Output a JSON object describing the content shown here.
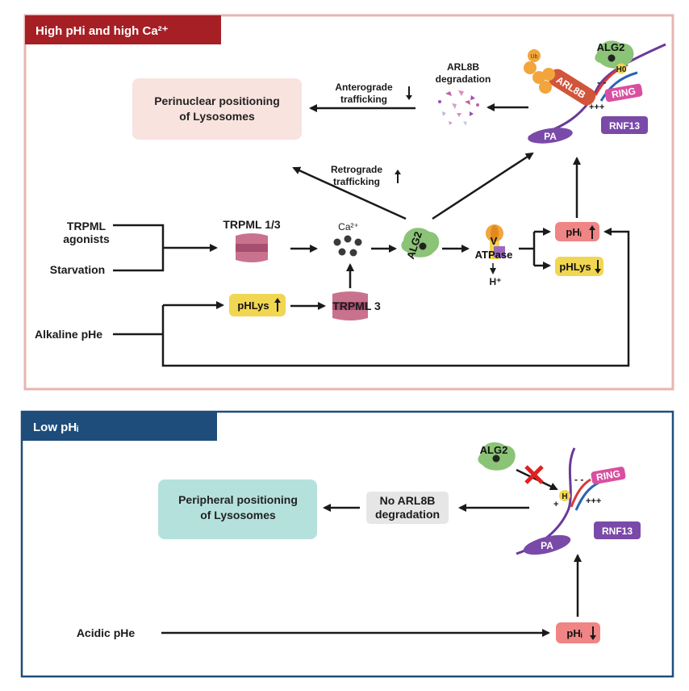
{
  "panel_top": {
    "title": "High pHi and high Ca²⁺",
    "perinuclear_box": {
      "line1": "Perinuclear positioning",
      "line2": "of Lysosomes"
    },
    "anterograde": {
      "line1": "Anterograde",
      "line2": "trafficking"
    },
    "arl8b_degradation": {
      "line1": "ARL8B",
      "line2": "degradation"
    },
    "retrograde": {
      "line1": "Retrograde",
      "line2": "trafficking"
    },
    "trpml_agonists": {
      "line1": "TRPML",
      "line2": "agonists"
    },
    "starvation": "Starvation",
    "alkaline_phe": "Alkaline pHe",
    "trpml13": "TRPML 1/3",
    "calcium": "Ca²⁺",
    "alg2_center": "ALG2",
    "v_atpase": {
      "line1": "V",
      "line2": "ATPase"
    },
    "h_plus": "H⁺",
    "phi_up": "pHᵢ",
    "phlys_down": "pHLys",
    "phlys_up": "pHLys",
    "trpml3": "TRPML 3",
    "complex": {
      "ub": "Ub",
      "arl8b": "ARL8B",
      "alg2": "ALG2",
      "h0": "H0",
      "ring": "RING",
      "rnf13": "RNF13",
      "pa": "PA"
    }
  },
  "panel_bottom": {
    "title": "Low pHᵢ",
    "peripheral_box": {
      "line1": "Peripheral positioning",
      "line2": "of Lysosomes"
    },
    "no_arl8b": {
      "line1": "No ARL8B",
      "line2": "degradation"
    },
    "alg2": "ALG2",
    "h": "H",
    "ring": "RING",
    "rnf13": "RNF13",
    "pa": "PA",
    "acidic_phe": "Acidic pHe",
    "phi_down": "pHᵢ"
  },
  "colors": {
    "top_border": "#e8b4b4",
    "top_header": "#a51f24",
    "bottom_border": "#1e4d7b",
    "bottom_header": "#1e4d7b",
    "perinuclear_fill": "#f9e3df",
    "peripheral_fill": "#b5e1dd",
    "ph_red": "#f08585",
    "ph_yellow": "#f1d651",
    "alg2_green": "#8bc377",
    "rnf13_purple": "#7a4aa8",
    "ring_pink": "#d94fa0",
    "arl8b_orange": "#d2553a",
    "ub_orange": "#f2a53c",
    "trpml_pink": "#c9728e"
  }
}
